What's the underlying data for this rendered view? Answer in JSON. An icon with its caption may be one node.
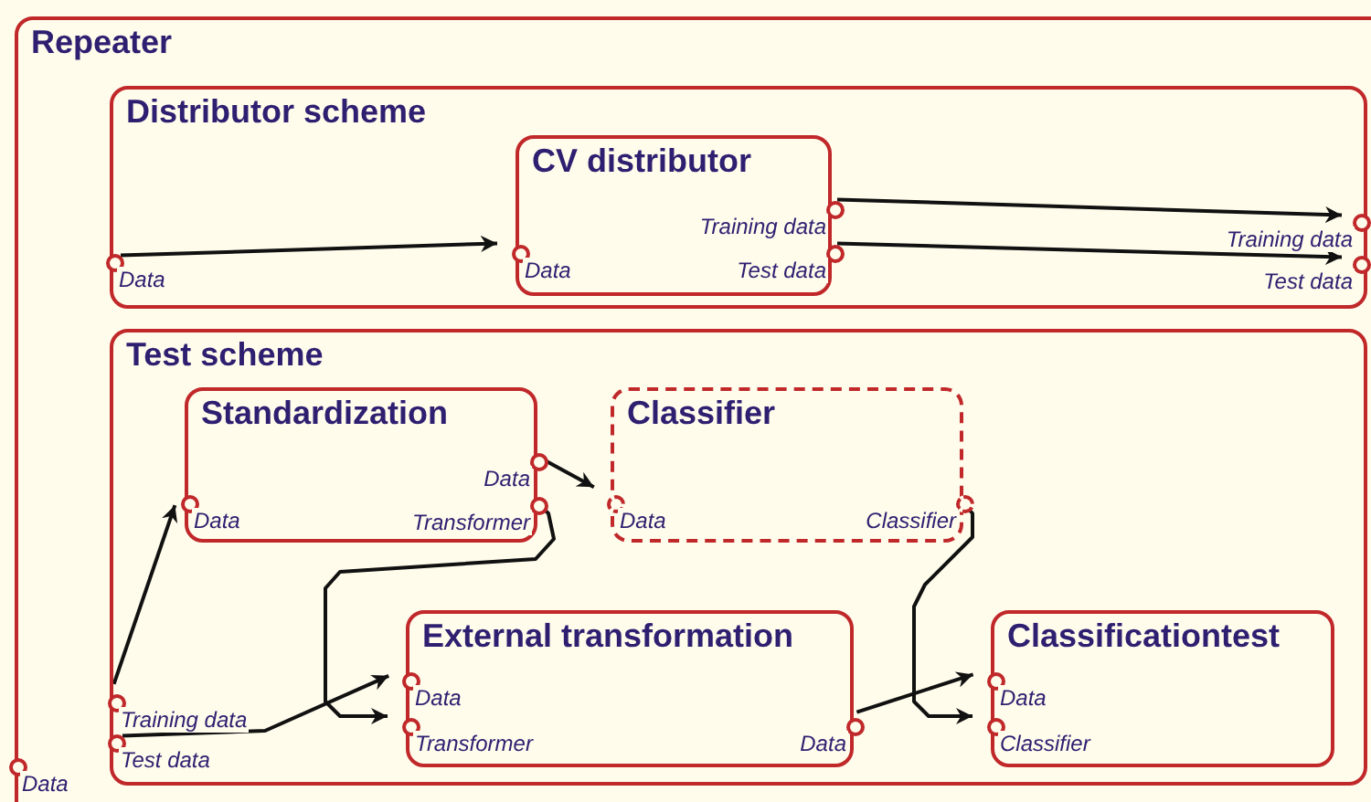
{
  "diagram": {
    "nodes": [
      {
        "text": [
          "Repeater"
        ]
      },
      {
        "text": [
          "Distributor scheme"
        ],
        "in": 0
      },
      {
        "text": [
          "Data"
        ],
        "in": 1
      },
      {
        "text": [
          "CV distributor"
        ],
        "in": 1
      },
      {
        "text": [
          "Data"
        ],
        "in": 3
      },
      {
        "text": [
          "Training data"
        ],
        "in": 3
      },
      {
        "text": [
          "Test data"
        ],
        "in": 3
      },
      {
        "text": [
          "Training data"
        ],
        "in": 1
      },
      {
        "text": [
          "Test data"
        ],
        "in": 1
      },
      {
        "text": [
          "Test scheme"
        ],
        "in": 0
      },
      {
        "text": [
          "Standardization"
        ],
        "in": 9
      },
      {
        "text": [
          "Data"
        ],
        "in": 10
      },
      {
        "text": [
          "Data"
        ],
        "in": 10
      },
      {
        "text": [
          "Transformer"
        ],
        "in": 10
      },
      {
        "text": [
          "Classifier"
        ],
        "in": 9
      },
      {
        "text": [
          "Data"
        ],
        "in": 14
      },
      {
        "text": [
          "Classifier"
        ],
        "in": 14
      },
      {
        "text": [
          "External transformation"
        ],
        "in": 9
      },
      {
        "text": [
          "Data"
        ],
        "in": 17
      },
      {
        "text": [
          "Transformer"
        ],
        "in": 17
      },
      {
        "text": [
          "Data"
        ],
        "in": 17
      },
      {
        "text": [
          "Classificationtest"
        ],
        "in": 9
      },
      {
        "text": [
          "Data"
        ],
        "in": 21
      },
      {
        "text": [
          "Classifier"
        ],
        "in": 21
      },
      {
        "text": [
          "Training data"
        ],
        "in": 9
      },
      {
        "text": [
          "Test data"
        ],
        "in": 9
      },
      {
        "text": [
          "Data"
        ],
        "in": 0
      }
    ],
    "edges": [
      {
        "from": 2,
        "to": 4,
        "arrow": "to"
      },
      {
        "from": 5,
        "to": 7,
        "arrow": "to"
      },
      {
        "from": 6,
        "to": 8,
        "arrow": "to"
      },
      {
        "from": 24,
        "to": 11,
        "arrow": "to"
      },
      {
        "from": 25,
        "to": 18,
        "arrow": "to"
      },
      {
        "from": 12,
        "to": 15,
        "arrow": "to"
      },
      {
        "from": 13,
        "to": 19,
        "arrow": "to"
      },
      {
        "from": 20,
        "to": 22,
        "arrow": "to"
      },
      {
        "from": 16,
        "to": 23,
        "arrow": "to"
      }
    ]
  }
}
